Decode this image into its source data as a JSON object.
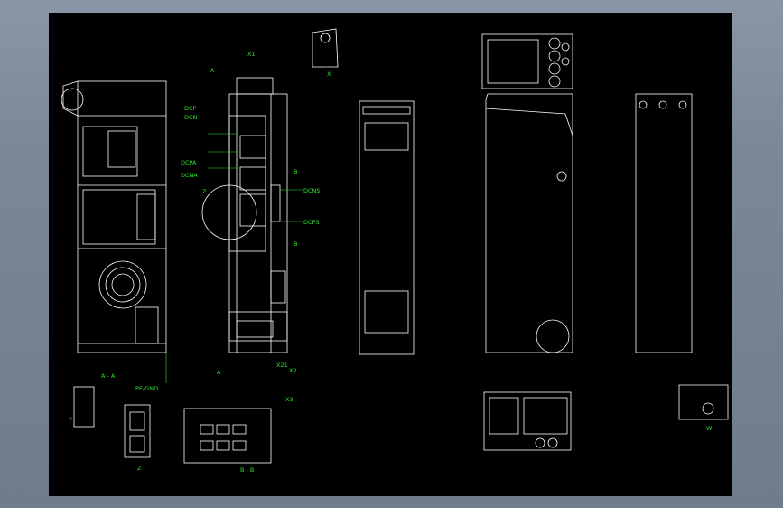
{
  "colors": {
    "background": "#6e7a8a",
    "sheet": "#000000",
    "outline": "#ffffff",
    "annotation": "#2fe12f",
    "leader": "#2fe12f",
    "dimension": "#9fd89f"
  },
  "labels": {
    "section_aa": "A - A",
    "section_bb": "B - B",
    "view_x": "X",
    "view_y": "Y",
    "view_z": "Z",
    "view_w": "W",
    "pe": "PE/GND",
    "dcp": "DCP",
    "dcn": "DCN",
    "dcpa": "DCPA",
    "dcna": "DCNA",
    "dcps": "DCPS",
    "dcns": "DCNS",
    "section_a_top": "A",
    "section_a_bottom": "A",
    "section_b_top": "B",
    "section_b_bottom": "B",
    "callout_x1": "X1",
    "callout_x2": "X2",
    "callout_x21": "X21",
    "callout_x3": "X3",
    "detail_z": "Z"
  }
}
